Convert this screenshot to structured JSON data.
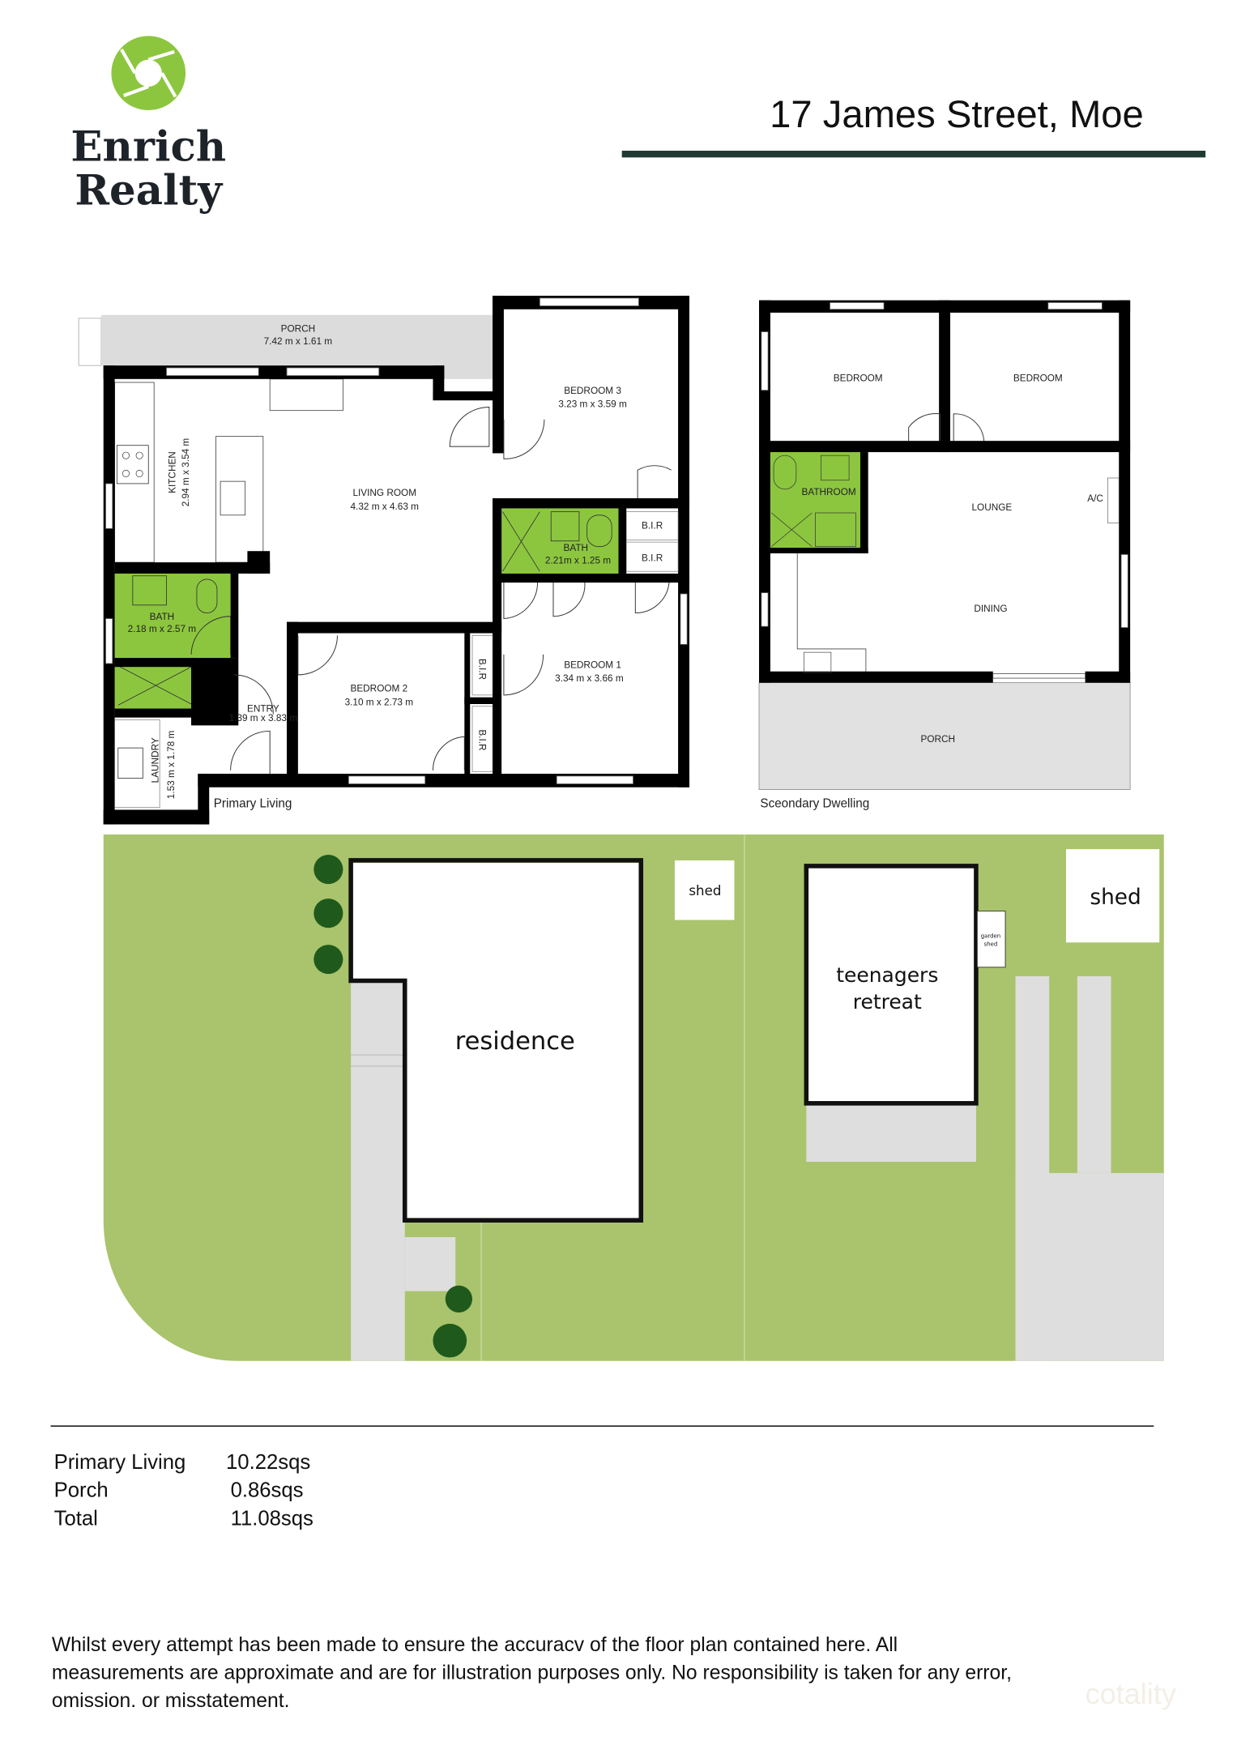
{
  "header": {
    "brand_line1": "Enrich",
    "brand_line2": "Realty",
    "address": "17 James Street, Moe",
    "logo_icon": "green-aperture-circle-icon",
    "accent_color": "#1f3a33",
    "brand_green": "#8cc63f"
  },
  "primary_plan": {
    "caption": "Primary Living",
    "rooms": {
      "porch": {
        "name": "PORCH",
        "size": "7.42 m x 1.61 m"
      },
      "kitchen": {
        "name": "KITCHEN",
        "size": "2.94 m x 3.54 m"
      },
      "living": {
        "name": "LIVING ROOM",
        "size": "4.32 m x 4.63 m"
      },
      "bedroom3": {
        "name": "BEDROOM 3",
        "size": "3.23 m x 3.59 m"
      },
      "bath2": {
        "name": "BATH",
        "size": "2.21m x 1.25 m"
      },
      "bath1": {
        "name": "BATH",
        "size": "2.18 m x 2.57 m"
      },
      "entry": {
        "name": "ENTRY",
        "size": "1.39 m x 3.83 m"
      },
      "bedroom2": {
        "name": "BEDROOM 2",
        "size": "3.10 m x 2.73 m"
      },
      "bedroom1": {
        "name": "BEDROOM 1",
        "size": "3.34 m x 3.66 m"
      },
      "laundry": {
        "name": "LAUNDRY",
        "size": "1.53 m x 1.78 m"
      },
      "bir": "B.I.R"
    }
  },
  "secondary_plan": {
    "caption": "Sceondary Dwelling",
    "rooms": {
      "bedroom_a": "BEDROOM",
      "bedroom_b": "BEDROOM",
      "bathroom": "BATHROOM",
      "lounge": "LOUNGE",
      "ac": "A/C",
      "dining": "DINING",
      "porch": "PORCH"
    }
  },
  "site_plan": {
    "residence": "residence",
    "shed_left": "shed",
    "shed_right": "shed",
    "teenagers_line1": "teenagers",
    "teenagers_line2": "retreat",
    "garden_shed_line1": "garden",
    "garden_shed_line2": "shed",
    "lawn_color": "#a9c46c",
    "paving_color": "#dedede"
  },
  "areas": [
    {
      "label": "Primary Living",
      "value": "10.22sqs"
    },
    {
      "label": "Porch",
      "value": "0.86sqs"
    },
    {
      "label": "Total",
      "value": "11.08sqs"
    }
  ],
  "disclaimer": {
    "line1": "Whilst every attempt has been made to ensure the accuracv of the floor plan contained here. All",
    "line2": "measurements are approximate and are for illustration purposes only. No responsibility is taken for any error,",
    "line3": "omission. or misstatement."
  },
  "watermark": "cotality"
}
